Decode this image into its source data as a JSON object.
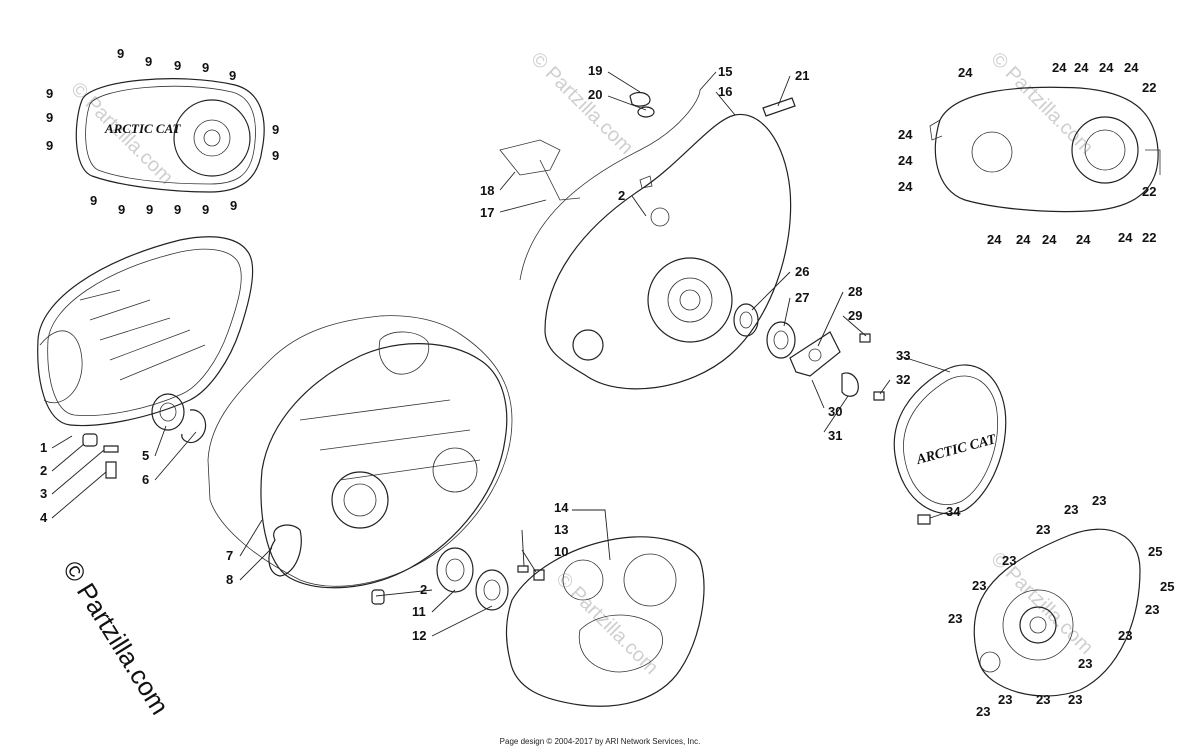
{
  "brand_text": "ARCTIC CAT",
  "watermarks": [
    "© Partzilla.com"
  ],
  "footer": "Page design © 2004-2017 by ARI Network Services, Inc.",
  "callouts": {
    "c1": "1",
    "c2": "2",
    "c3": "3",
    "c4": "4",
    "c5": "5",
    "c6": "6",
    "c7": "7",
    "c8": "8",
    "c9": "9",
    "c10": "10",
    "c11": "11",
    "c12": "12",
    "c13": "13",
    "c14": "14",
    "c15": "15",
    "c16": "16",
    "c17": "17",
    "c18": "18",
    "c19": "19",
    "c20": "20",
    "c21": "21",
    "c22": "22",
    "c23": "23",
    "c24": "24",
    "c25": "25",
    "c26": "26",
    "c27": "27",
    "c28": "28",
    "c29": "29",
    "c30": "30",
    "c31": "31",
    "c32": "32",
    "c33": "33",
    "c34": "34"
  }
}
